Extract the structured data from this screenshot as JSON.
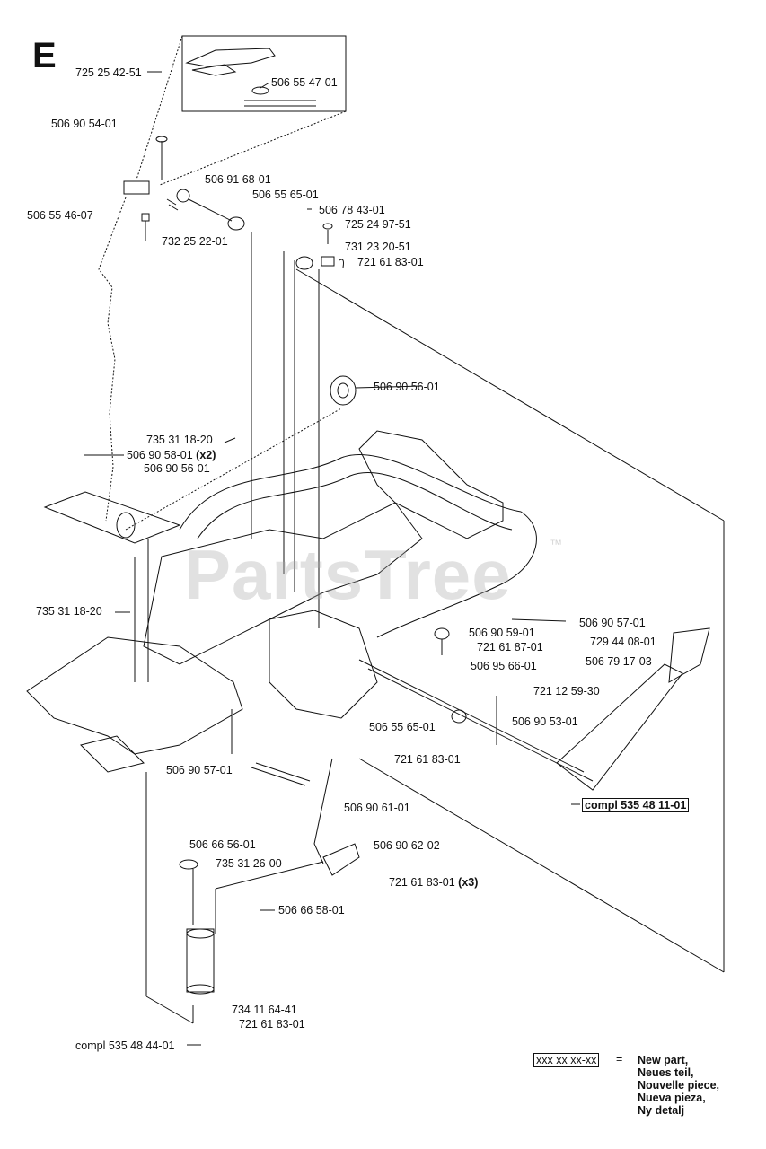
{
  "section_letter": "E",
  "watermark": {
    "text": "PartsTree",
    "tm": "™"
  },
  "labels": {
    "p725_25_42_51": "725 25 42-51",
    "p506_55_47_01": "506 55 47-01",
    "p506_90_54_01": "506 90 54-01",
    "p506_91_68_01": "506 91 68-01",
    "p506_55_65_01_top": "506 55 65-01",
    "p506_55_46_07": "506 55 46-07",
    "p506_78_43_01": "506 78 43-01",
    "p725_24_97_51": "725 24 97-51",
    "p732_25_22_01": "732 25 22-01",
    "p731_23_20_51": "731 23 20-51",
    "p721_61_83_01_top": "721 61 83-01",
    "p506_90_56_01_top": "506 90 56-01",
    "p735_31_18_20_top": "735 31 18-20",
    "p506_90_58_01": "506 90 58-01",
    "p506_90_58_01_qty": "(x2)",
    "p506_90_56_01_left": "506 90 56-01",
    "p735_31_18_20_left": "735 31 18-20",
    "p506_90_59_01": "506 90 59-01",
    "p506_90_57_01_right": "506 90 57-01",
    "p721_61_87_01": "721 61 87-01",
    "p729_44_08_01": "729 44 08-01",
    "p506_95_66_01": "506 95 66-01",
    "p506_79_17_03": "506 79 17-03",
    "p721_12_59_30": "721 12 59-30",
    "p506_55_65_01_mid": "506 55 65-01",
    "p506_90_53_01": "506 90 53-01",
    "p721_61_83_01_mid": "721 61 83-01",
    "p506_90_57_01_low": "506 90 57-01",
    "compl_535_48_11_01": "compl 535 48 11-01",
    "p506_90_61_01": "506 90 61-01",
    "p506_66_56_01": "506 66 56-01",
    "p506_90_62_02": "506 90 62-02",
    "p735_31_26_00": "735 31 26-00",
    "p721_61_83_01_x3": "721 61 83-01",
    "p721_61_83_01_x3_qty": "(x3)",
    "p506_66_58_01": "506 66 58-01",
    "p734_11_64_41": "734 11 64-41",
    "p721_61_83_01_bottom": "721 61 83-01",
    "compl_535_48_44_01": "compl 535 48 44-01"
  },
  "legend": {
    "sample": "xxx xx xx-xx",
    "equals": "=",
    "lines": [
      "New part,",
      "Neues teil,",
      "Nouvelle piece,",
      "Nueva pieza,",
      "Ny detalj"
    ]
  }
}
